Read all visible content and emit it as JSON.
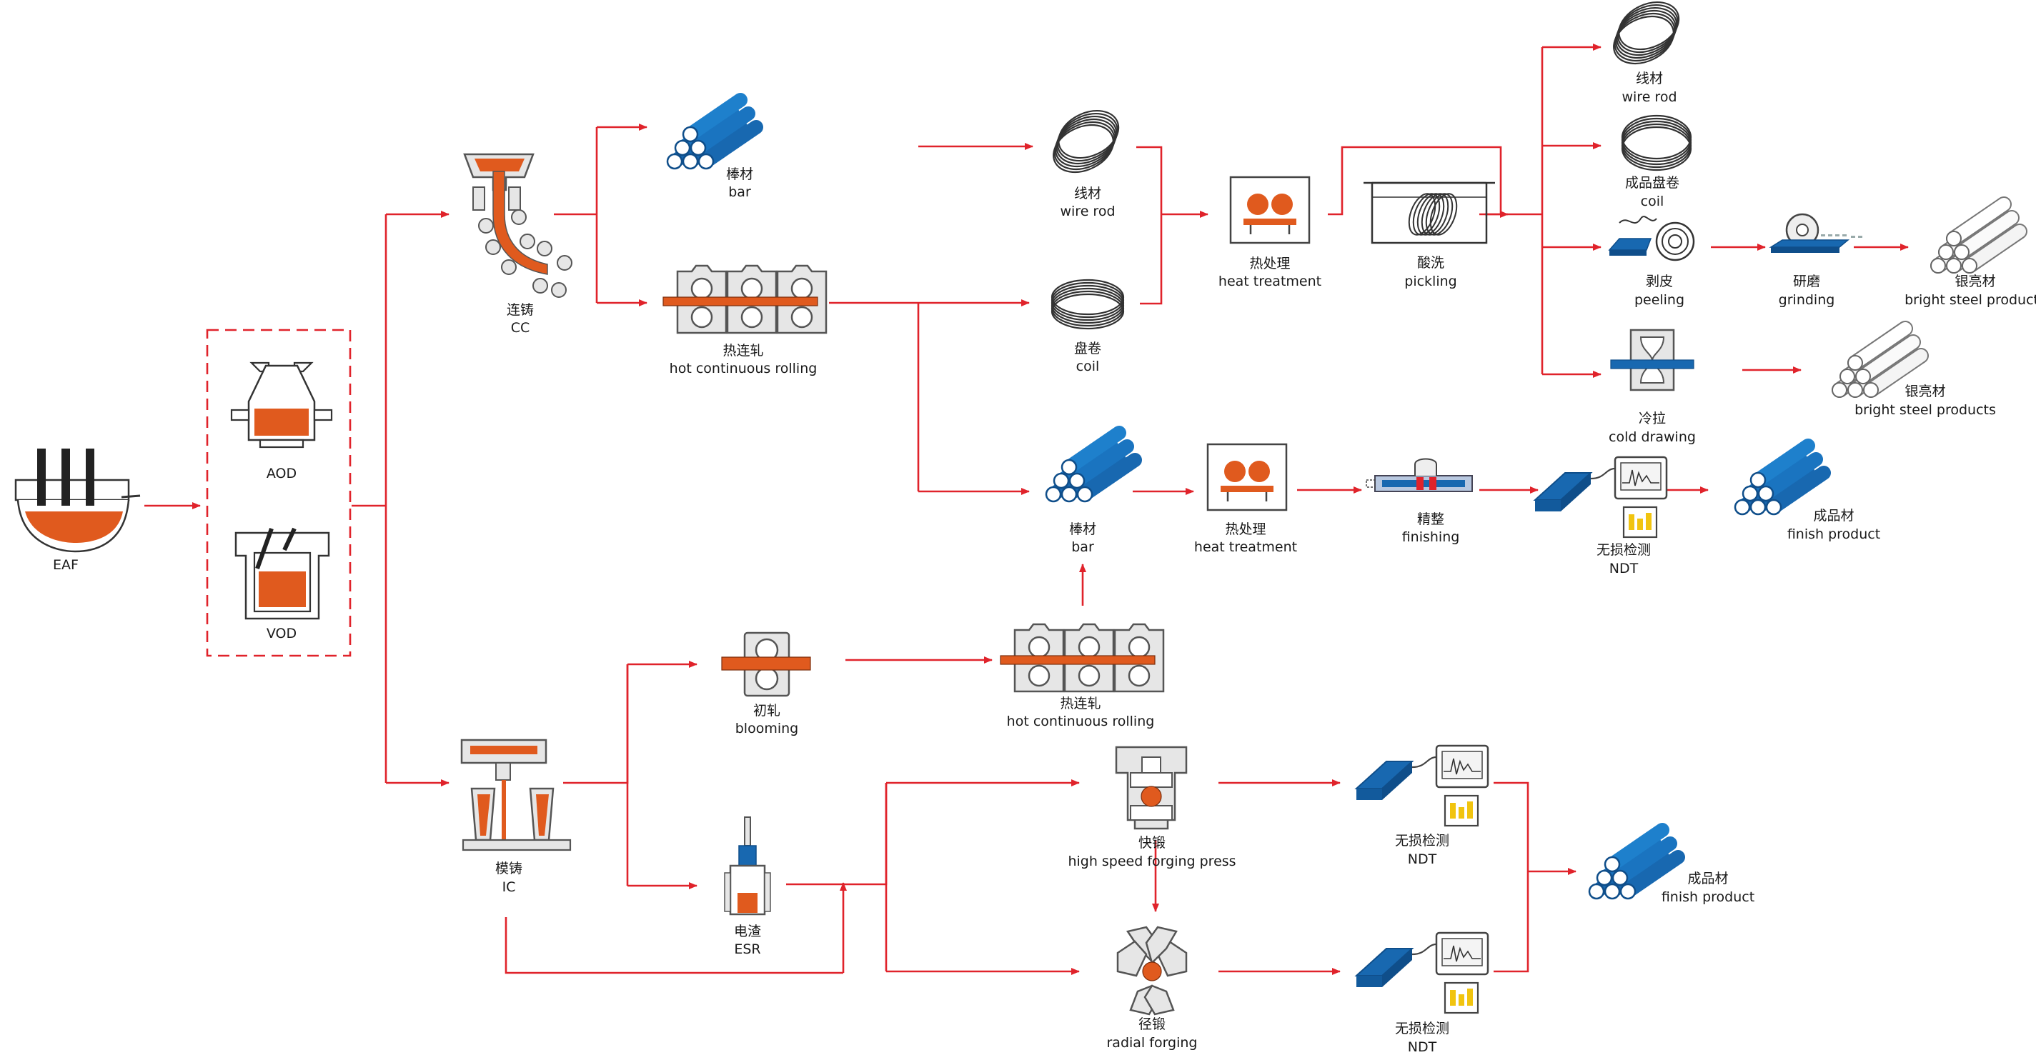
{
  "colors": {
    "arrow": "#e0232b",
    "molten": "#e05a1e",
    "steel_blue": "#1868b0",
    "equipment": "#555555",
    "equipment_fill": "#e6e6e6",
    "silver_bar": "#eeeeee"
  },
  "nodes": {
    "eaf": {
      "en": "EAF",
      "icon": "electric-arc-furnace-icon"
    },
    "aod": {
      "en": "AOD",
      "icon": "aod-converter-icon"
    },
    "vod": {
      "en": "VOD",
      "icon": "vod-vessel-icon"
    },
    "cc": {
      "zh": "连铸",
      "en": "CC",
      "icon": "continuous-caster-icon"
    },
    "ic": {
      "zh": "模铸",
      "en": "IC",
      "icon": "ingot-casting-icon"
    },
    "bar_cc": {
      "zh": "棒材",
      "en": "bar",
      "icon": "bar-bundle-icon"
    },
    "hot_rolling_1": {
      "zh": "热连轧",
      "en": "hot continuous rolling",
      "icon": "rolling-mill-icon"
    },
    "wire_rod_1": {
      "zh": "线材",
      "en": "wire rod",
      "icon": "wire-coil-icon"
    },
    "coil_1": {
      "zh": "盘卷",
      "en": "coil",
      "icon": "coil-icon"
    },
    "heat_treat_1": {
      "zh": "热处理",
      "en": "heat treatment",
      "icon": "heat-treatment-furnace-icon"
    },
    "pickling": {
      "zh": "酸洗",
      "en": "pickling",
      "icon": "pickling-tank-icon"
    },
    "wire_rod_2": {
      "zh": "线材",
      "en": "wire rod",
      "icon": "wire-coil-icon"
    },
    "coil_2": {
      "zh": "成品盘卷",
      "en": "coil",
      "icon": "coil-icon"
    },
    "peeling": {
      "zh": "剥皮",
      "en": "peeling",
      "icon": "peeling-machine-icon"
    },
    "grinding": {
      "zh": "研磨",
      "en": "grinding",
      "icon": "grinding-wheel-icon"
    },
    "bright_1": {
      "zh": "银亮材",
      "en": "bright steel products",
      "icon": "bright-bar-bundle-icon"
    },
    "cold_drawing": {
      "zh": "冷拉",
      "en": "cold drawing",
      "icon": "cold-drawing-die-icon"
    },
    "bright_2": {
      "zh": "银亮材",
      "en": "bright steel products",
      "icon": "bright-bar-bundle-icon"
    },
    "bar_2": {
      "zh": "棒材",
      "en": "bar",
      "icon": "bar-bundle-icon"
    },
    "heat_treat_2": {
      "zh": "热处理",
      "en": "heat treatment",
      "icon": "heat-treatment-furnace-icon"
    },
    "finishing": {
      "zh": "精整",
      "en": "finishing",
      "icon": "finishing-line-icon"
    },
    "ndt_1": {
      "zh": "无损检测",
      "en": "NDT",
      "icon": "ndt-device-icon"
    },
    "finish_1": {
      "zh": "成品材",
      "en": "finish product",
      "icon": "bar-bundle-icon"
    },
    "blooming": {
      "zh": "初轧",
      "en": "blooming",
      "icon": "blooming-mill-icon"
    },
    "hot_rolling_2": {
      "zh": "热连轧",
      "en": "hot continuous rolling",
      "icon": "rolling-mill-icon"
    },
    "esr": {
      "zh": "电渣",
      "en": "ESR",
      "icon": "esr-furnace-icon"
    },
    "forging_press": {
      "zh": "快锻",
      "en": "high speed forging press",
      "icon": "forging-press-icon"
    },
    "radial_forging": {
      "zh": "径锻",
      "en": "radial forging",
      "icon": "radial-forging-icon"
    },
    "ndt_2": {
      "zh": "无损检测",
      "en": "NDT",
      "icon": "ndt-device-icon"
    },
    "ndt_3": {
      "zh": "无损检测",
      "en": "NDT",
      "icon": "ndt-device-icon"
    },
    "finish_2": {
      "zh": "成品材",
      "en": "finish product",
      "icon": "bar-bundle-icon"
    }
  }
}
